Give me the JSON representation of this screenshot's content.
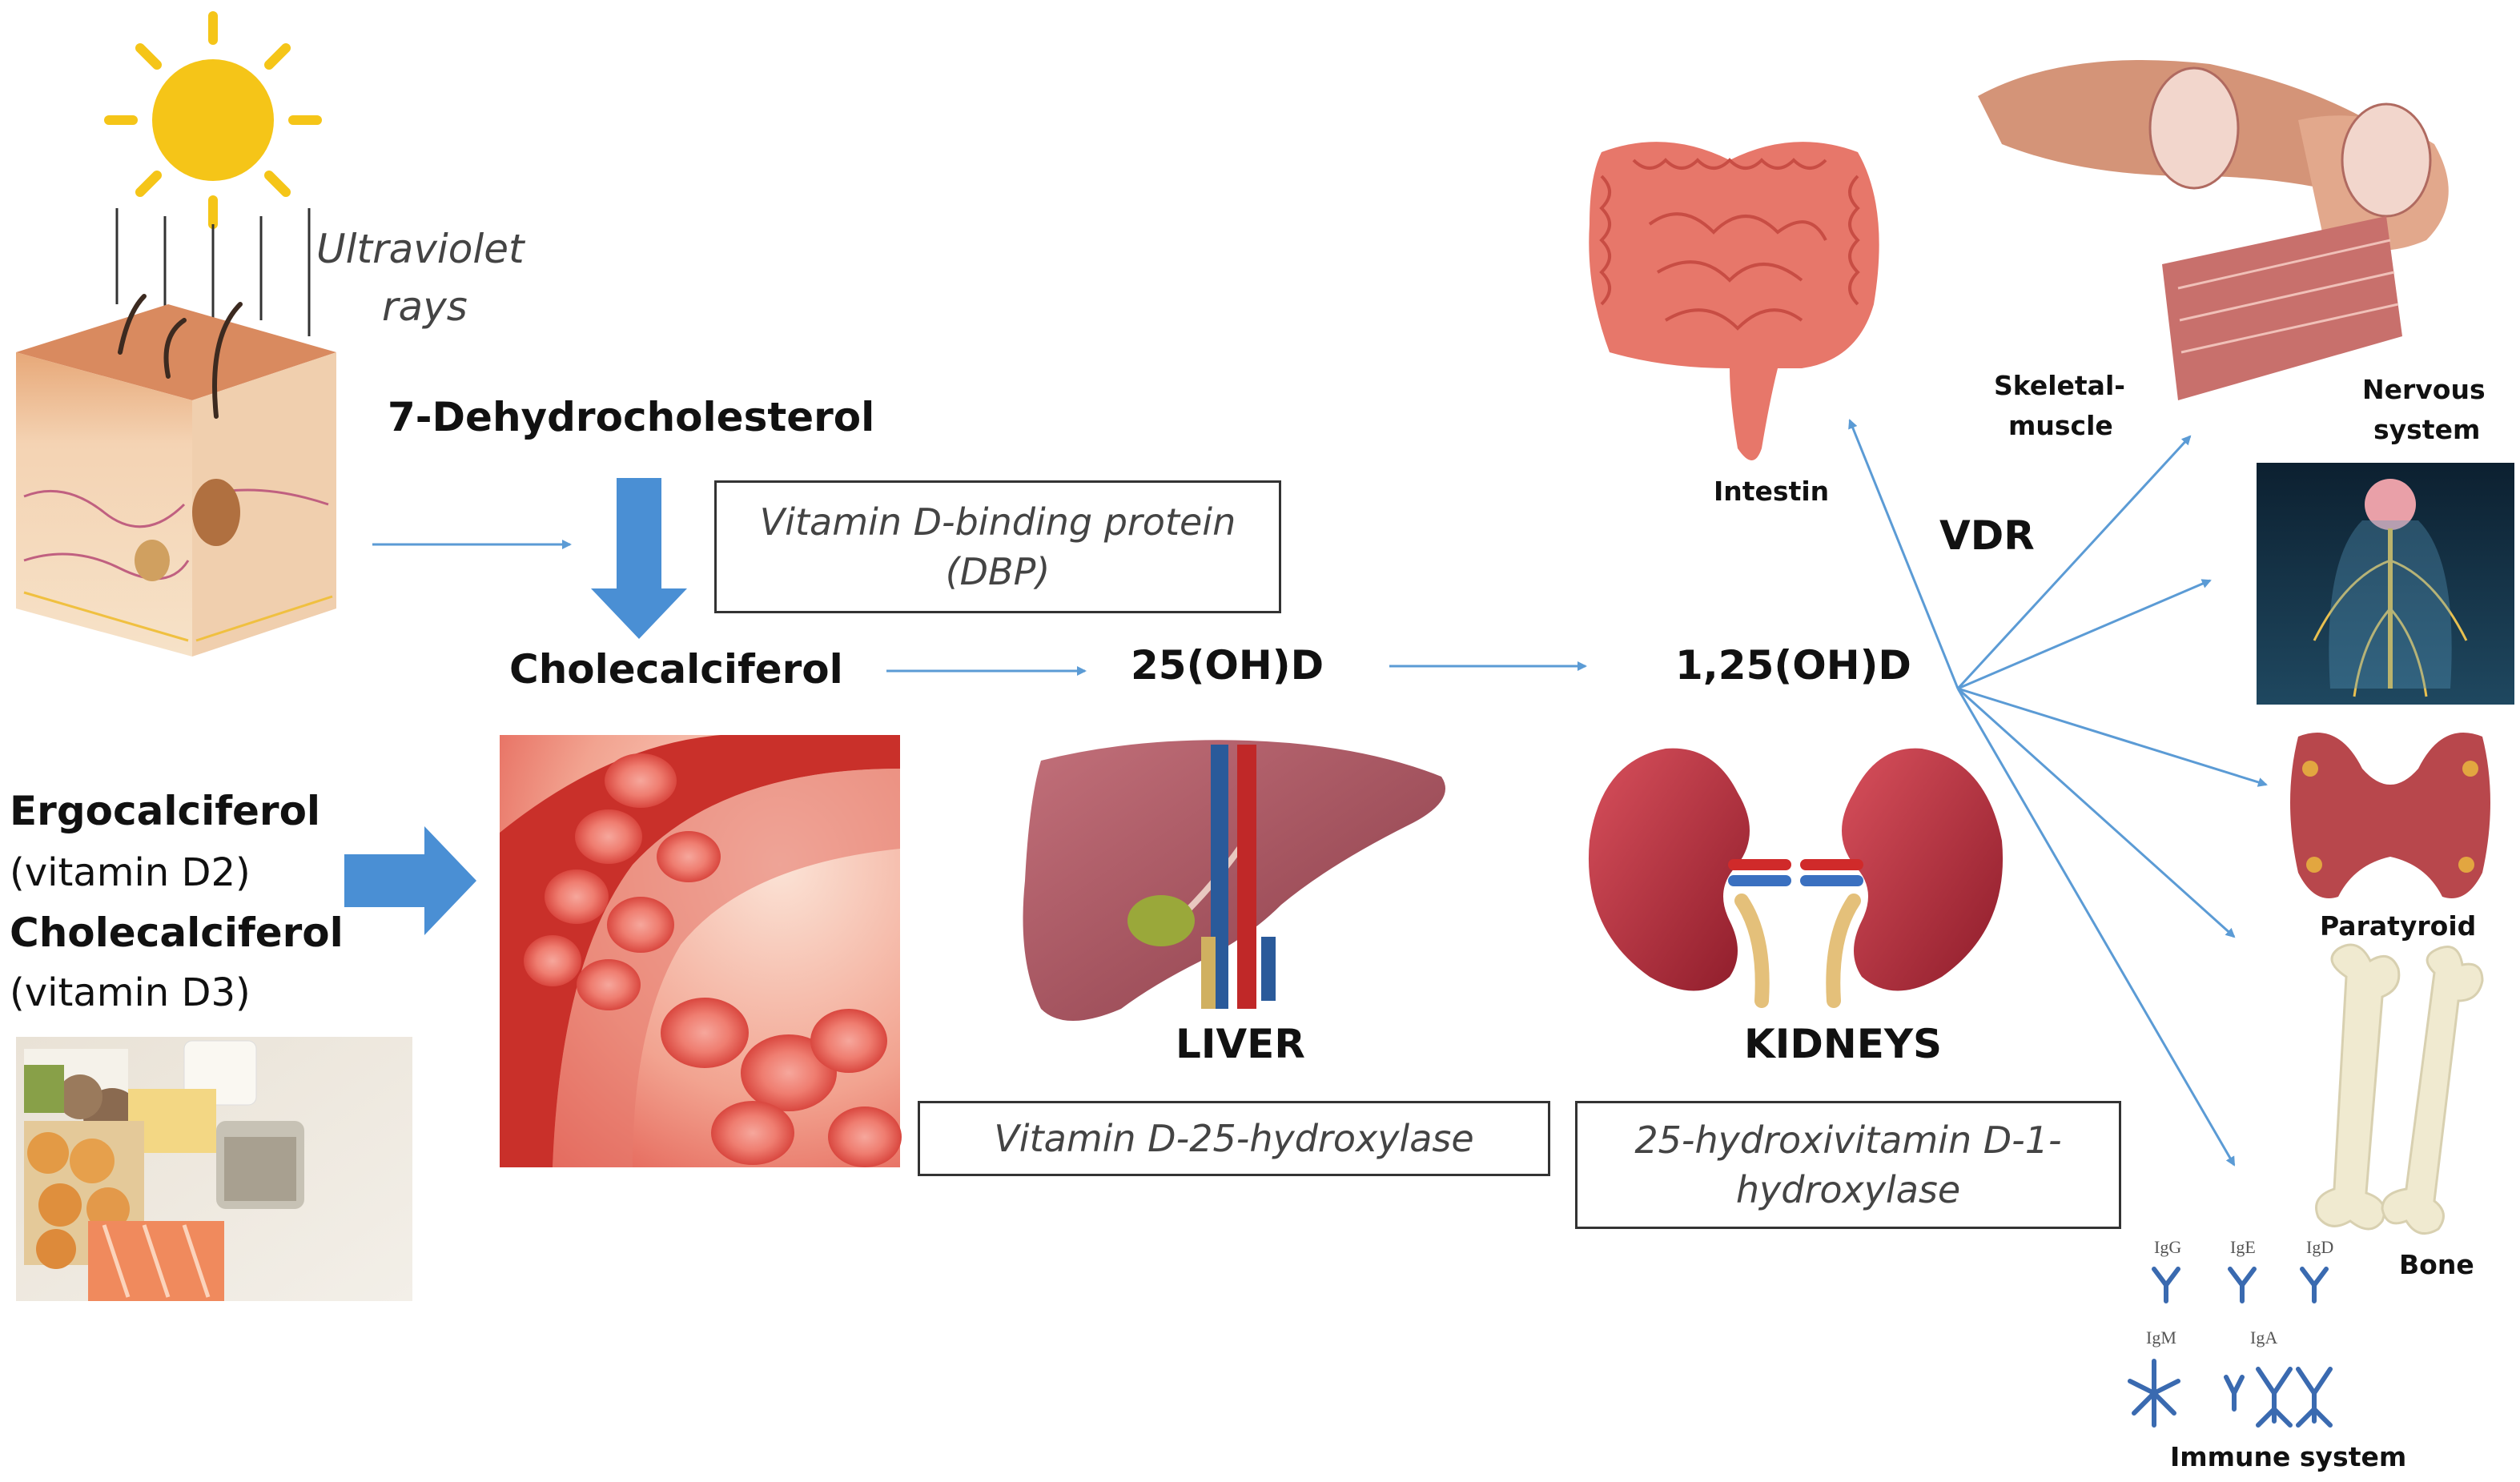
{
  "labels": {
    "uv": [
      "Ultraviolet",
      "rays"
    ],
    "dehydro": "7-Dehydrocholesterol",
    "chole_main": "Cholecalciferol",
    "ergo": "Ergocalciferol",
    "d2": "(vitamin D2)",
    "chole_diet": "Cholecalciferol",
    "d3": "(vitamin D3)",
    "oh25": "25(OH)D",
    "oh125": "1,25(OH)D",
    "liver": "LIVER",
    "kidneys": "KIDNEYS",
    "vdr": "VDR",
    "intestin": "Intestin",
    "skeletal": [
      "Skeletal-",
      "muscle"
    ],
    "nervous": [
      "Nervous",
      "system"
    ],
    "paratyroid": "Paratyroid",
    "bone": "Bone",
    "immune": "Immune system"
  },
  "boxes": {
    "dbp": [
      "Vitamin D-binding protein",
      "(DBP)"
    ],
    "hydroxylase25": [
      "Vitamin D-25-hydroxylase"
    ],
    "hydroxylase1": [
      "25-hydroxivitamin D-1-",
      "hydroxylase"
    ]
  },
  "antibodies": [
    "IgG",
    "IgE",
    "IgD",
    "IgM",
    "IgA"
  ],
  "colors": {
    "arrow_thin": "#5b9bd5",
    "arrow_block": "#4a8fd4",
    "sun": "#f5c518",
    "tissue": "#e0776a",
    "kidney": "#b8303f",
    "liver": "#a05058",
    "bone": "#f0ead0"
  }
}
